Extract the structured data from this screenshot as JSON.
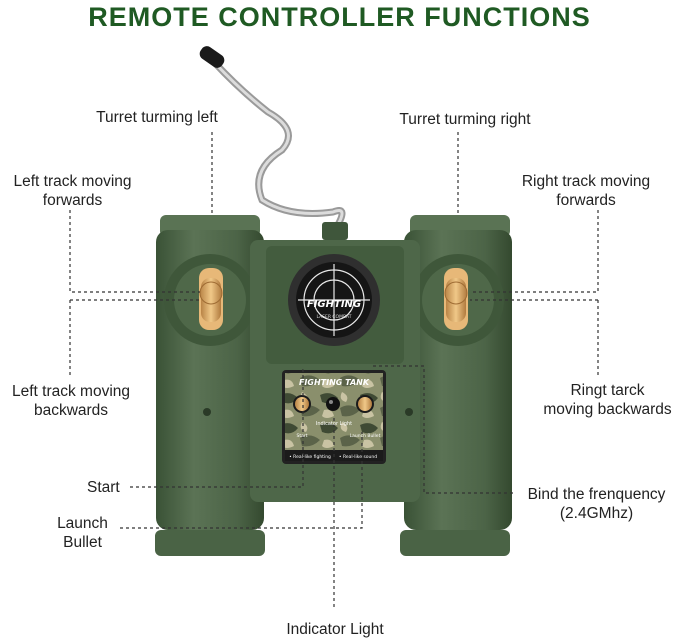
{
  "title": "REMOTE CONTROLLER FUNCTIONS",
  "labels": {
    "turret_left": "Turret turming left",
    "turret_right": "Turret turming right",
    "left_forward": "Left track moving\nforwards",
    "right_forward": "Right track moving\nforwards",
    "left_backward": "Left track moving\nbackwards",
    "right_backward": "Ringt tarck\nmoving backwards",
    "start": "Start",
    "launch": "Launch\nBullet",
    "bind": "Bind the frenquency",
    "bind_sub": "(2.4GMhz)",
    "indicator": "Indicator Light"
  },
  "device": {
    "badge_top": "FIGHTING",
    "badge_bottom": "LASER COMBAT",
    "panel_title": "FIGHTING TANK",
    "indicator_caption": "Indicator Light",
    "start_caption": "Start",
    "launch_caption": "Launch Bullet",
    "foot_left": "• Real-like fighting",
    "foot_right": "• Real-like sound"
  },
  "colors": {
    "title": "#1f5a23",
    "body": "#4b6446",
    "knob": "#d9a762"
  }
}
